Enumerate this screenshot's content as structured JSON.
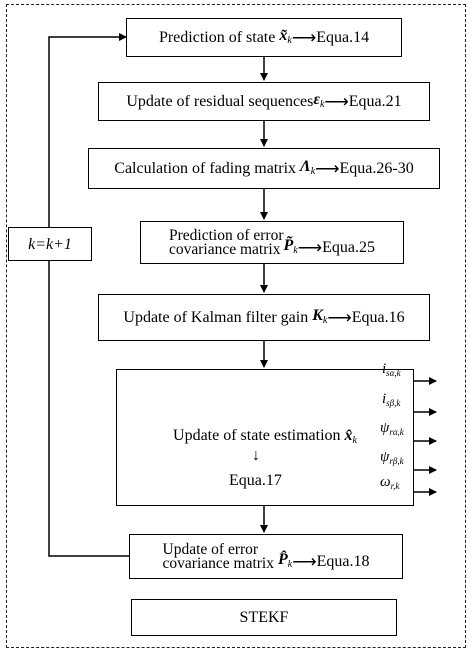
{
  "steps": {
    "s1": {
      "text": "Prediction of state",
      "sym": "x̃",
      "sub": "k",
      "eq": "Equa.14"
    },
    "s2": {
      "text": "Update of residual sequences",
      "sym": "ε",
      "sub": "k",
      "eq": "Equa.21"
    },
    "s3": {
      "text": "Calculation of fading matrix",
      "sym": "Λ",
      "sub": "k",
      "eq": "Equa.26-30"
    },
    "s4": {
      "line1": "Prediction of error",
      "line2": "covariance matrix",
      "sym": "P̃",
      "sub": "k",
      "eq": "Equa.25"
    },
    "s5": {
      "text": "Update of Kalman filter gain",
      "sym": "K",
      "sub": "k",
      "eq": "Equa.16"
    },
    "s6": {
      "text": "Update of state estimation",
      "sym": "x̂",
      "sub": "k",
      "eq": "Equa.17"
    },
    "s7": {
      "line1": "Update of  error",
      "line2": "covariance matrix",
      "sym": "P̂",
      "sub": "k",
      "eq": "Equa.18"
    }
  },
  "loop": {
    "label": "k=k+1"
  },
  "footer": {
    "label": "STEKF"
  },
  "outputs": [
    {
      "sym": "i",
      "sub": "sα,k"
    },
    {
      "sym": "i",
      "sub": "sβ,k"
    },
    {
      "sym": "ψ",
      "sub": "rα,k"
    },
    {
      "sym": "ψ",
      "sub": "rβ,k"
    },
    {
      "sym": "ω",
      "sub": "r,k"
    }
  ]
}
